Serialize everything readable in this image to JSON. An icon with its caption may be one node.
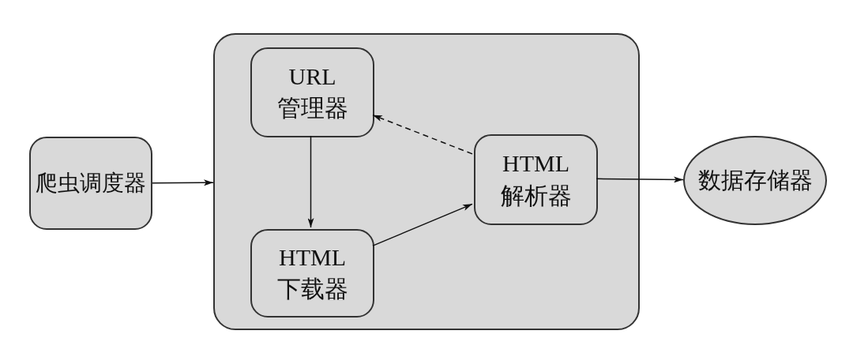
{
  "diagram": {
    "nodes": [
      {
        "text": [
          "爬虫调度器"
        ]
      },
      {
        "text": [],
        "shape": "box"
      },
      {
        "text": [
          "URL 管理器"
        ],
        "in": 1
      },
      {
        "text": [
          "HTML 下载器"
        ],
        "in": 1
      },
      {
        "text": [
          "HTML 解析器"
        ],
        "in": 1
      },
      {
        "text": [
          "数据存储器"
        ]
      }
    ],
    "edges": [
      {
        "from": 0,
        "to": 1,
        "arrow": "to"
      },
      {
        "from": 2,
        "to": 3,
        "arrow": "to"
      },
      {
        "from": 3,
        "to": 4,
        "arrow": "to"
      },
      {
        "from": 4,
        "to": 2,
        "arrow": "to",
        "style": "dashed"
      },
      {
        "from": 4,
        "to": 5,
        "arrow": "to"
      }
    ]
  }
}
